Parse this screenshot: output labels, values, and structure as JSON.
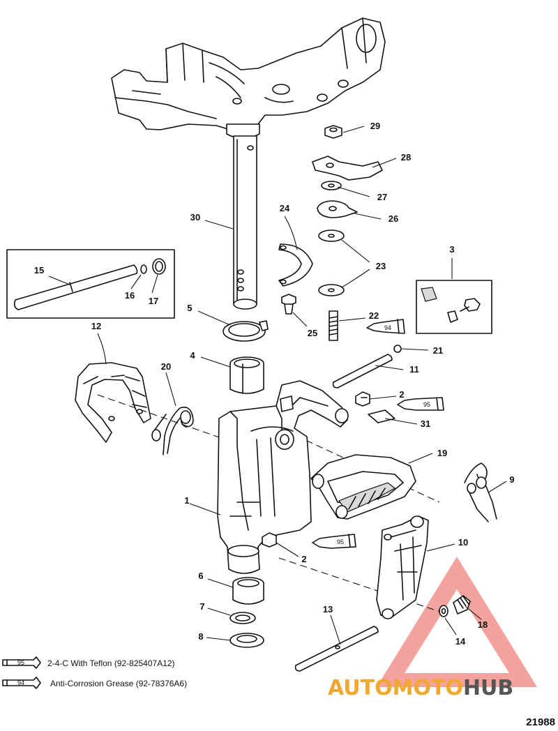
{
  "callouts": {
    "c1": "1",
    "c2a": "2",
    "c2b": "2",
    "c3": "3",
    "c4": "4",
    "c5": "5",
    "c6": "6",
    "c7": "7",
    "c8": "8",
    "c9": "9",
    "c10": "10",
    "c11": "11",
    "c12": "12",
    "c13": "13",
    "c14": "14",
    "c15": "15",
    "c16": "16",
    "c17": "17",
    "c18": "18",
    "c19": "19",
    "c20": "20",
    "c21": "21",
    "c22": "22",
    "c23": "23",
    "c24": "24",
    "c25": "25",
    "c26": "26",
    "c27": "27",
    "c28": "28",
    "c29": "29",
    "c30": "30",
    "c31": "31"
  },
  "tubes": {
    "t95": "95",
    "t94": "94"
  },
  "legend": [
    {
      "code": "95",
      "text": "2-4-C  With Teflon (92-825407A12)"
    },
    {
      "code": "94",
      "text": "Anti-Corrosion Grease (92-78376A6)"
    }
  ],
  "figure_number": "21988",
  "watermark": {
    "part1": "AUTO",
    "part2": "MOTO",
    "part3": "HUB",
    "accent": "#f0a830",
    "triangle": "#e8332a",
    "gray": "#555555"
  }
}
